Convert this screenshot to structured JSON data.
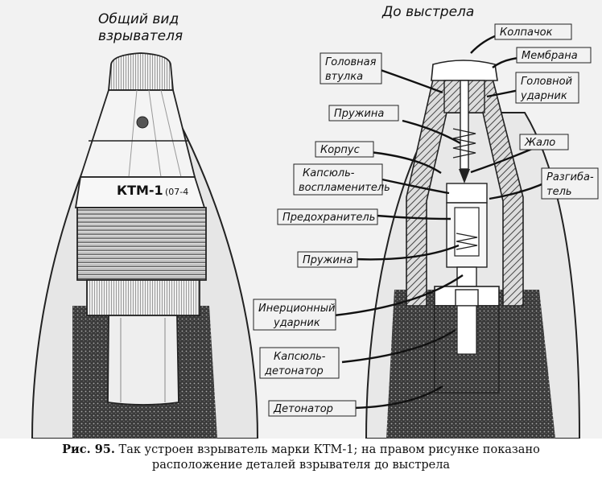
{
  "figure": {
    "left_title": [
      "Общий вид",
      "взрывателя"
    ],
    "right_title": "До выстрела",
    "fuze_marking": "КТМ-1",
    "fuze_marking_small": "(07-4",
    "labels": {
      "kolpachok": "Колпачок",
      "membrana": "Мембрана",
      "golovnaya_vtulka": [
        "Головная",
        "втулка"
      ],
      "golovnoy_udarnik": [
        "Головной",
        "ударник"
      ],
      "pruzhina_top": "Пружина",
      "zhalo": "Жало",
      "korpus": "Корпус",
      "kapsyul_vosplamenitel": [
        "Капсюль-",
        "воспламенитель"
      ],
      "razgibatel": [
        "Разгиба-",
        "тель"
      ],
      "predohranitel": "Предохранитель",
      "pruzhina_bottom": "Пружина",
      "inertsionny_udarnik": [
        "Инерционный",
        "ударник"
      ],
      "kapsyul_detonator": [
        "Капсюль-",
        "детонатор"
      ],
      "detonator": "Детонатор"
    }
  },
  "caption": {
    "figure_number": "Рис. 95.",
    "line1": "Так устроен взрыватель марки КТМ-1; на правом рисунке показано",
    "line2": "расположение деталей взрывателя до выстрела"
  }
}
